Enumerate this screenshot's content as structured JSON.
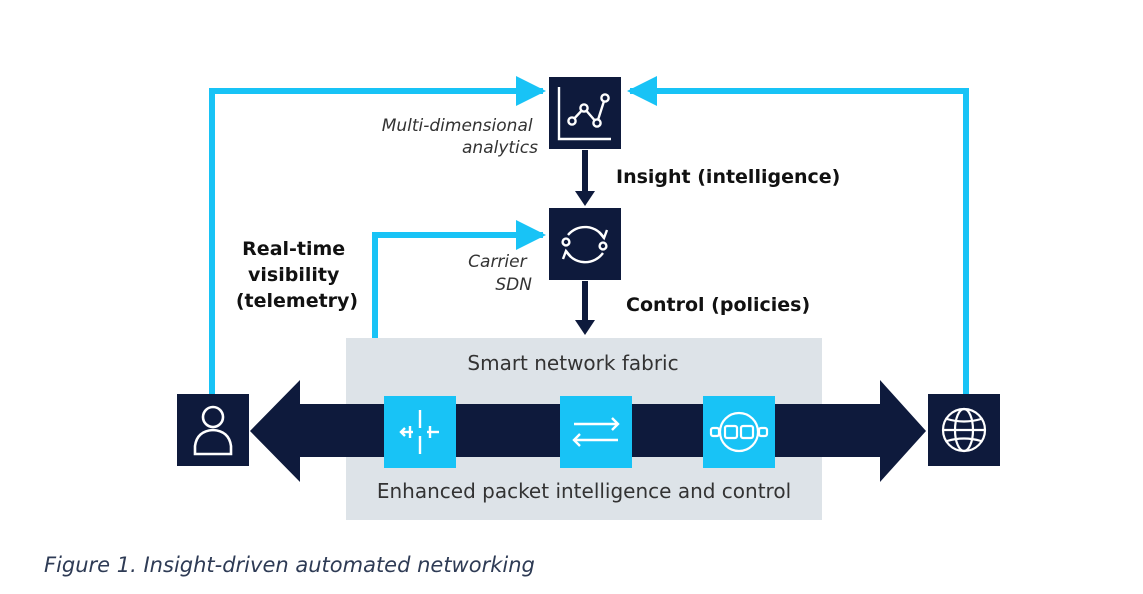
{
  "nodes": {
    "analytics": {
      "label_lines": [
        "Multi-dimensional",
        "analytics"
      ],
      "icon": "line-graph-icon"
    },
    "sdn": {
      "label_lines": [
        "Carrier",
        "SDN"
      ],
      "icon": "refresh-cycle-icon"
    },
    "user": {
      "icon": "user-icon"
    },
    "internet": {
      "icon": "globe-icon"
    }
  },
  "flows": {
    "insight": "Insight (intelligence)",
    "control": "Control (policies)",
    "visibility_lines": [
      "Real-time",
      "visibility",
      "(telemetry)"
    ]
  },
  "fabric": {
    "title": "Smart network fabric",
    "subtitle": "Enhanced packet intelligence and control",
    "icons": [
      "split-icon",
      "exchange-arrows-icon",
      "packet-chain-icon"
    ]
  },
  "caption": "Figure 1. Insight-driven automated networking",
  "colors": {
    "navy": "#0e1a3c",
    "cyan": "#18c3f6",
    "fabric_bg": "#dde3e8",
    "white": "#ffffff"
  }
}
